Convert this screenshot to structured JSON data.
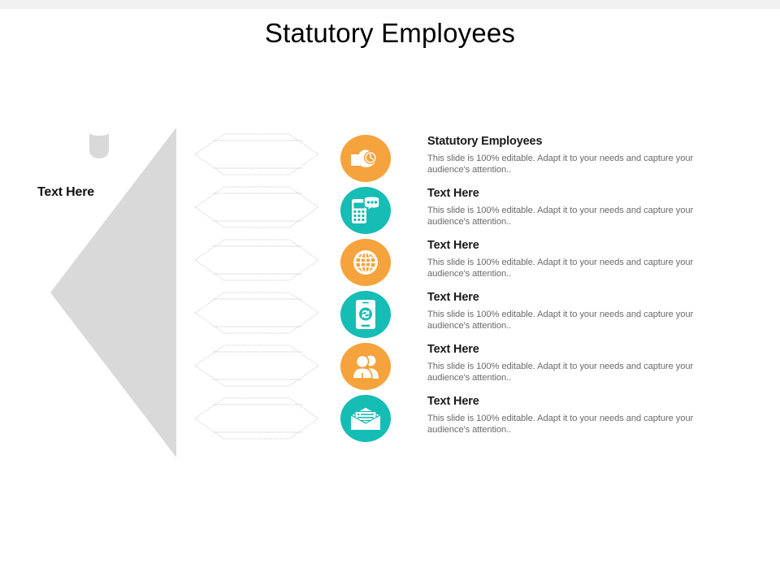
{
  "slide": {
    "title": "Statutory Employees",
    "background_color": "#ffffff",
    "top_band_color": "#f1f1f1"
  },
  "left_panel": {
    "shape": "left-pointing-triangle",
    "shape_color": "#d9d9d9",
    "icon": "person-avatar-icon",
    "label": "Text Here"
  },
  "chevrons": {
    "count": 6,
    "stroke_color": "#cfcfcf",
    "style": "dotted-outline"
  },
  "colors": {
    "orange": "#f5a33c",
    "teal": "#15bdb5",
    "heading": "#191919",
    "body": "#6b6b6b",
    "triangle_gray": "#d9d9d9"
  },
  "items": [
    {
      "heading": "Statutory Employees",
      "body": "This slide is 100% editable. Adapt it to your needs and capture your audience's attention..",
      "icon": "hand-holding-coin-icon",
      "icon_color": "#f5a33c"
    },
    {
      "heading": "Text Here",
      "body": "This slide is 100% editable. Adapt it to your needs and capture your audience's attention..",
      "icon": "phone-chat-bubble-icon",
      "icon_color": "#15bdb5"
    },
    {
      "heading": "Text Here",
      "body": "This slide is 100% editable. Adapt it to your needs and capture your audience's attention..",
      "icon": "globe-icon",
      "icon_color": "#f5a33c"
    },
    {
      "heading": "Text Here",
      "body": "This slide is 100% editable. Adapt it to your needs and capture your audience's attention..",
      "icon": "smartphone-transfer-icon",
      "icon_color": "#15bdb5"
    },
    {
      "heading": "Text Here",
      "body": "This slide is 100% editable. Adapt it to your needs and capture your audience's attention..",
      "icon": "two-people-icon",
      "icon_color": "#f5a33c"
    },
    {
      "heading": "Text Here",
      "body": "This slide is 100% editable. Adapt it to your needs and capture your audience's attention..",
      "icon": "open-envelope-icon",
      "icon_color": "#15bdb5"
    }
  ]
}
